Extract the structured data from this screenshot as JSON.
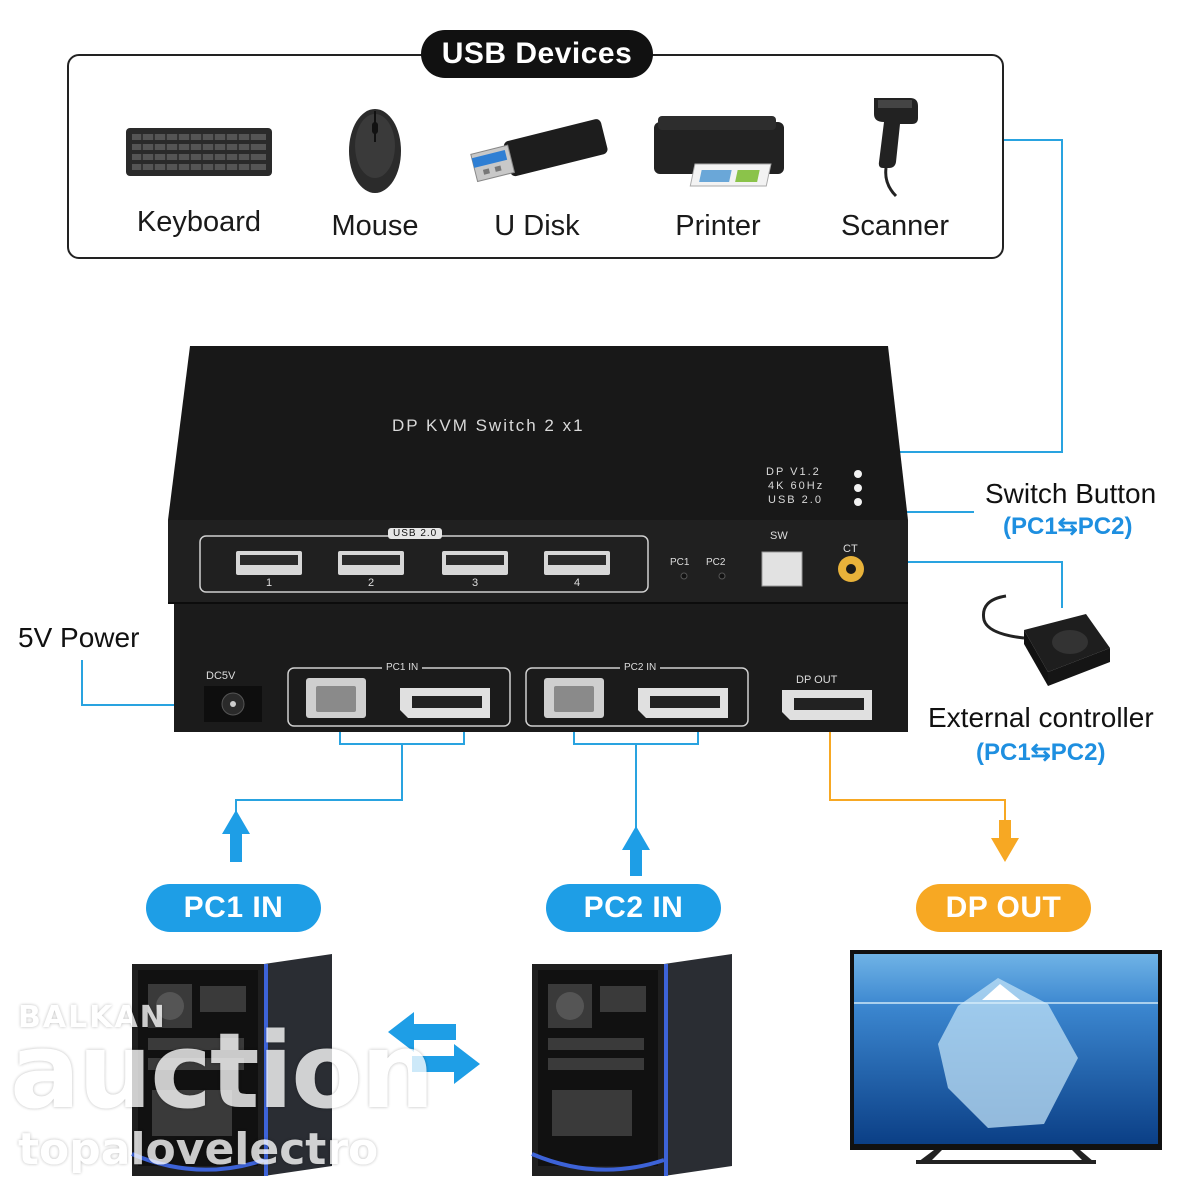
{
  "usb_devices": {
    "title": "USB Devices",
    "items": [
      {
        "label": "Keyboard",
        "icon": "keyboard-icon"
      },
      {
        "label": "Mouse",
        "icon": "mouse-icon"
      },
      {
        "label": "U Disk",
        "icon": "usb-disk-icon"
      },
      {
        "label": "Printer",
        "icon": "printer-icon"
      },
      {
        "label": "Scanner",
        "icon": "scanner-icon"
      }
    ]
  },
  "device": {
    "name": "DP KVM Switch 2 x1",
    "specs": [
      "DP V1.2",
      "4K 60Hz",
      "USB 2.0"
    ],
    "usb_group_label": "USB 2.0",
    "usb_ports": [
      "1",
      "2",
      "3",
      "4"
    ],
    "led_labels": [
      "PC1",
      "PC2"
    ],
    "sw_label": "SW",
    "ct_label": "CT",
    "dc_label": "DC5V",
    "pc1_in_label": "PC1 IN",
    "pc2_in_label": "PC2 IN",
    "dp_out_label": "DP OUT"
  },
  "callouts": {
    "power": "5V Power",
    "switch_button": "Switch Button",
    "switch_button_sub": "(PC1⇆PC2)",
    "external_controller": "External controller",
    "external_controller_sub": "(PC1⇆PC2)"
  },
  "badges": {
    "pc1": "PC1 IN",
    "pc2": "PC2 IN",
    "dp_out": "DP OUT"
  },
  "watermark": {
    "line1": "BALKAN",
    "line2": "auction",
    "line3": "topalovelectro"
  },
  "colors": {
    "blue_line": "#29a3e0",
    "badge_blue": "#1e9ee6",
    "orange": "#f7a823",
    "device_black": "#1c1c1c",
    "accent_text_blue": "#1e8fe0"
  }
}
